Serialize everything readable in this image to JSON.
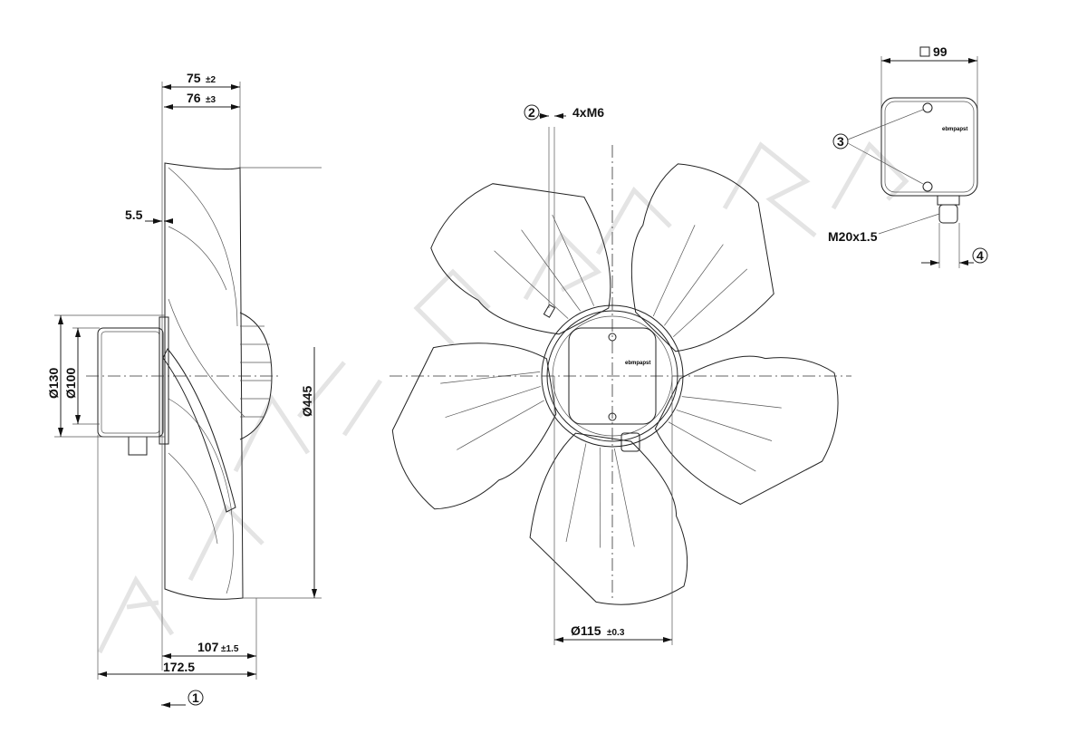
{
  "watermark": "AIRKAT.RU",
  "side_view": {
    "dim_75": "75",
    "tol_75": "±2",
    "dim_76": "76",
    "tol_76": "±3",
    "dim_5_5": "5.5",
    "dim_130": "Ø130",
    "dim_100": "Ø100",
    "dim_445": "Ø445",
    "dim_107": "107",
    "tol_107": "±1.5",
    "dim_172_5": "172.5",
    "callout_1": "1"
  },
  "front_view": {
    "callout_2": "2",
    "thread_label": "4xM6",
    "dim_115": "Ø115",
    "tol_115": "±0.3",
    "brand": "ebmpapst"
  },
  "box_view": {
    "dim_99": "99",
    "callout_3": "3",
    "gland_label": "M20x1.5",
    "callout_4": "4",
    "brand": "ebmpapst"
  }
}
